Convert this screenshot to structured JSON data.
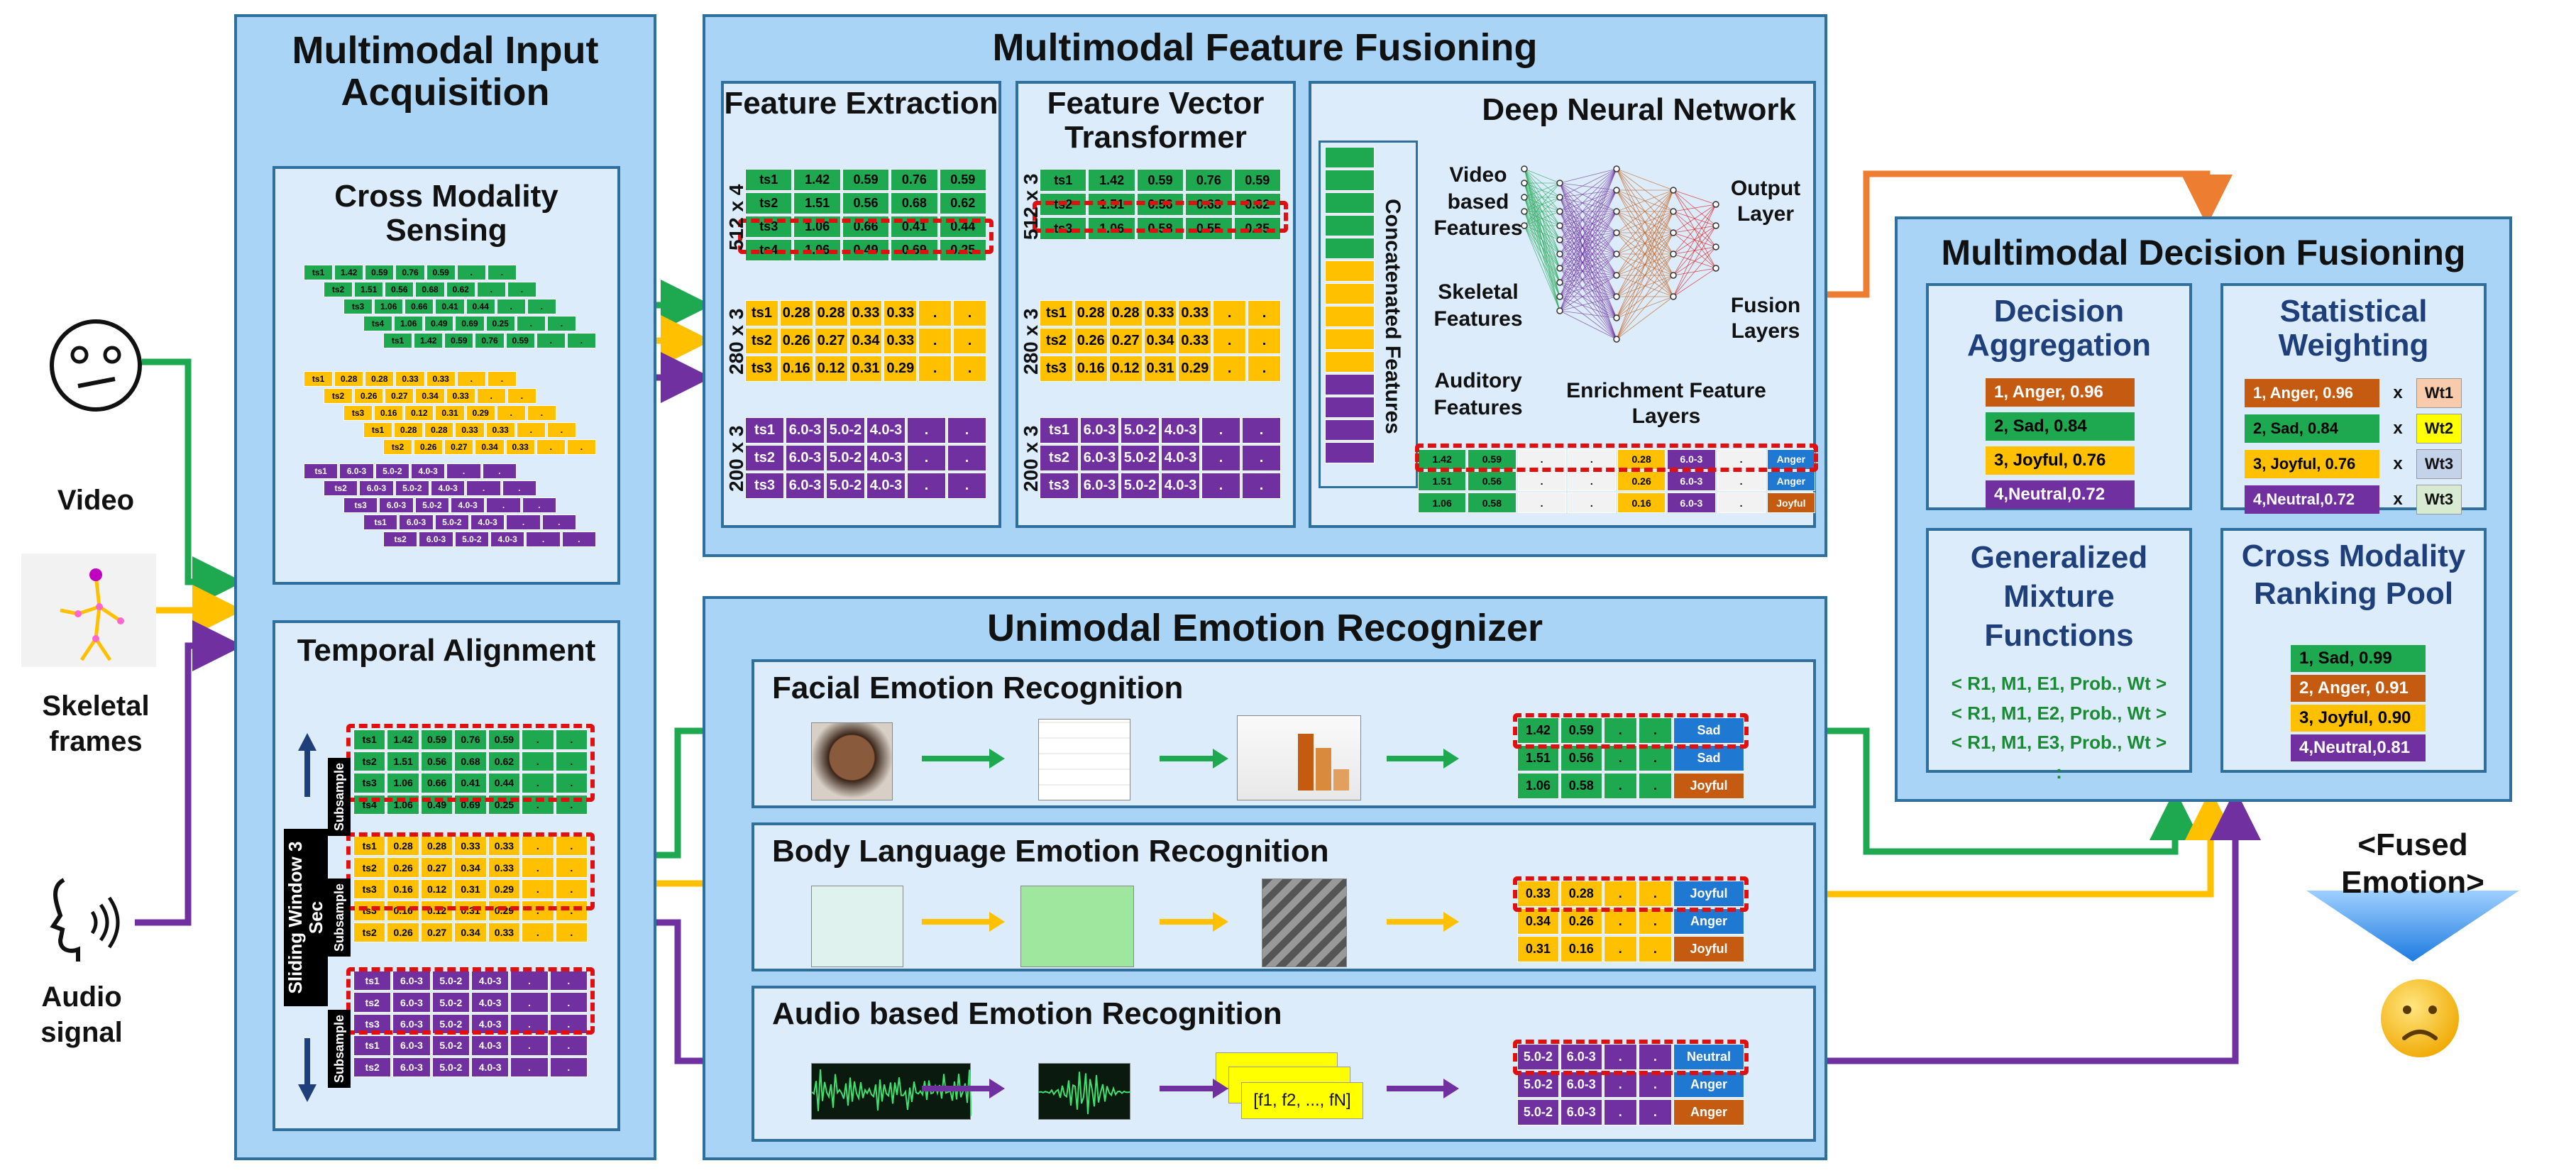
{
  "left": {
    "video": "Video",
    "skeletal": "Skeletal frames",
    "audio": "Audio signal"
  },
  "input_panel": {
    "title": "Multimodal Input Acquisition",
    "cross_modality": "Cross Modality Sensing",
    "temporal": "Temporal Alignment",
    "sliding_window": "Sliding Window 3 Sec",
    "subsample": "Subsample"
  },
  "fusion_panel": {
    "title": "Multimodal Feature Fusioning",
    "feature_extraction": "Feature Extraction",
    "feature_vector": "Feature Vector Transformer",
    "dnn": "Deep Neural Network",
    "concat": "Concatenated Features",
    "video_features": "Video based Features",
    "skeletal_features": "Skeletal Features",
    "auditory_features": "Auditory Features",
    "output_layer": "Output Layer",
    "fusion_layers": "Fusion Layers",
    "enrichment": "Enrichment Feature Layers",
    "dims": [
      "512 x 4",
      "280 x 3",
      "200 x 3"
    ],
    "dims2": [
      "512 x 3",
      "280 x 3",
      "200 x 3"
    ]
  },
  "tables": {
    "green_rows": [
      [
        "ts1",
        "1.42",
        "0.59",
        "0.76",
        "0.59"
      ],
      [
        "ts2",
        "1.51",
        "0.56",
        "0.68",
        "0.62"
      ],
      [
        "ts3",
        "1.06",
        "0.66",
        "0.41",
        "0.44"
      ],
      [
        "ts4",
        "1.06",
        "0.49",
        "0.69",
        "0.25"
      ]
    ],
    "green_rows_t": [
      [
        "ts1",
        "1.42",
        "0.59",
        "0.76",
        "0.59"
      ],
      [
        "ts2",
        "1.51",
        "0.56",
        "0.68",
        "0.62"
      ],
      [
        "ts3",
        "1.06",
        "0.58",
        "0.55",
        "0.35"
      ]
    ],
    "yellow_rows": [
      [
        "ts1",
        "0.28",
        "0.28",
        "0.33",
        "0.33"
      ],
      [
        "ts2",
        "0.26",
        "0.27",
        "0.34",
        "0.33"
      ],
      [
        "ts3",
        "0.16",
        "0.12",
        "0.31",
        "0.29"
      ]
    ],
    "purple_rows": [
      [
        "ts1",
        "6.0-3",
        "5.0-2",
        "4.0-3"
      ],
      [
        "ts2",
        "6.0-3",
        "5.0-2",
        "4.0-3"
      ],
      [
        "ts3",
        "6.0-3",
        "5.0-2",
        "4.0-3"
      ]
    ],
    "dot": "."
  },
  "unimodal_panel": {
    "title": "Unimodal Emotion Recognizer",
    "facial": "Facial Emotion Recognition",
    "body": "Body Language Emotion Recognition",
    "audio": "Audio based Emotion Recognition",
    "facial_out": [
      [
        "1.42",
        "0.59",
        "Sad"
      ],
      [
        "1.51",
        "0.56",
        "Sad"
      ],
      [
        "1.06",
        "0.58",
        "Joyful"
      ]
    ],
    "body_out": [
      [
        "0.33",
        "0.28",
        "Joyful"
      ],
      [
        "0.34",
        "0.26",
        "Anger"
      ],
      [
        "0.31",
        "0.16",
        "Joyful"
      ]
    ],
    "audio_out": [
      [
        "5.0-2",
        "6.0-3",
        "Neutral"
      ],
      [
        "5.0-2",
        "6.0-3",
        "Anger"
      ],
      [
        "5.0-2",
        "6.0-3",
        "Anger"
      ]
    ],
    "feature_vec": "[f1, f2, ..., fN]"
  },
  "decision_panel": {
    "title": "Multimodal Decision Fusioning",
    "aggregation": "Decision Aggregation",
    "weighting": "Statistical Weighting",
    "mixture": "Generalized Mixture Functions",
    "ranking": "Cross Modality Ranking Pool",
    "agg_items": [
      "1, Anger, 0.96",
      "2,   Sad,  0.84",
      "3, Joyful, 0.76",
      "4,Neutral,0.72"
    ],
    "weights": [
      "Wt1",
      "Wt2",
      "Wt3",
      "Wt3"
    ],
    "times": "x",
    "mixture_lines": [
      "< R1, M1, E1, Prob., Wt >",
      "< R1, M1, E2, Prob., Wt >",
      "< R1, M1, E3, Prob., Wt >",
      ":"
    ],
    "ranking_items": [
      "1,   Sad,  0.99",
      "2, Anger, 0.91",
      "3, Joyful, 0.90",
      "4,Neutral,0.81"
    ]
  },
  "fused": "<Fused Emotion>",
  "colors": {
    "green": "#1ea84f",
    "yellow": "#ffc000",
    "purple": "#7030a0",
    "orange": "#ed7d31",
    "panel": "#a9d4f5",
    "border": "#2f6f9e"
  }
}
